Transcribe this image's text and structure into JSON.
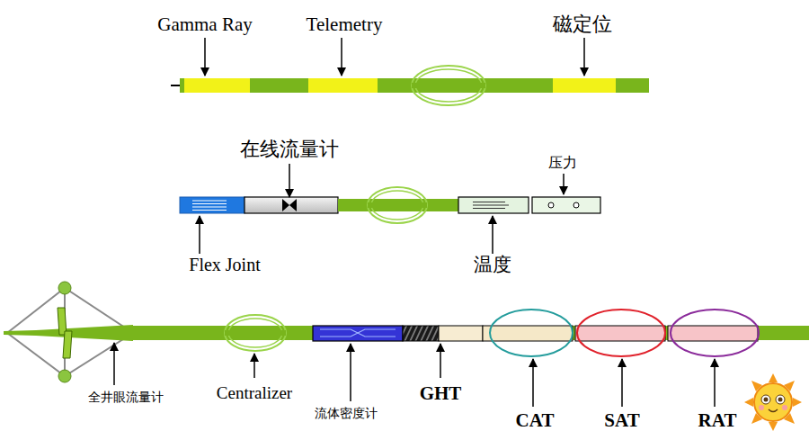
{
  "diagram": {
    "labels": [
      "Gamma Ray",
      "Telemetry",
      "磁定位",
      "在线流量计",
      "压力",
      "Flex Joint",
      "温度",
      "全井眼流量计",
      "Centralizer",
      "流体密度计",
      "GHT",
      "CAT",
      "SAT",
      "RAT"
    ]
  }
}
